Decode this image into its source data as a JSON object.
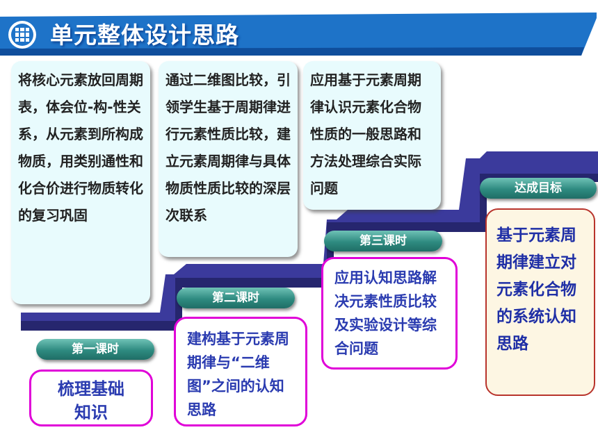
{
  "header": {
    "title": "单元整体设计思路"
  },
  "notes": {
    "note1": "将核心元素放回周期表，体会位-构-性关系，从元素到所构成物质，用类别通性和化合价进行物质转化的复习巩固",
    "note2": "通过二维图比较，引领学生基于周期律进行元素性质比较，建立元素周期律与具体物质性质比较的深层次联系",
    "note3": "应用基于元素周期律认识元素化合物性质的一般思路和方法处理综合实际问题"
  },
  "lessons": [
    {
      "label": "第一课时",
      "content": "梳理基础知识"
    },
    {
      "label": "第二课时",
      "content": "建构基于元素周期律与“二维图”之间的认知思路"
    },
    {
      "label": "第三课时",
      "content": "应用认知思路解决元素性质比较及实验设计等综合问题"
    }
  ],
  "goal": {
    "label": "达成目标",
    "content": "基于元素周期律建立对元素化合物的系统认知思路"
  },
  "colors": {
    "title_bar": "#1e73c8",
    "stairs_top": "#3b3a9c",
    "stairs_front": "#26266e",
    "box_border": "#e000d8",
    "box_text": "#2a3bb0",
    "goal_border": "#b8332b"
  }
}
